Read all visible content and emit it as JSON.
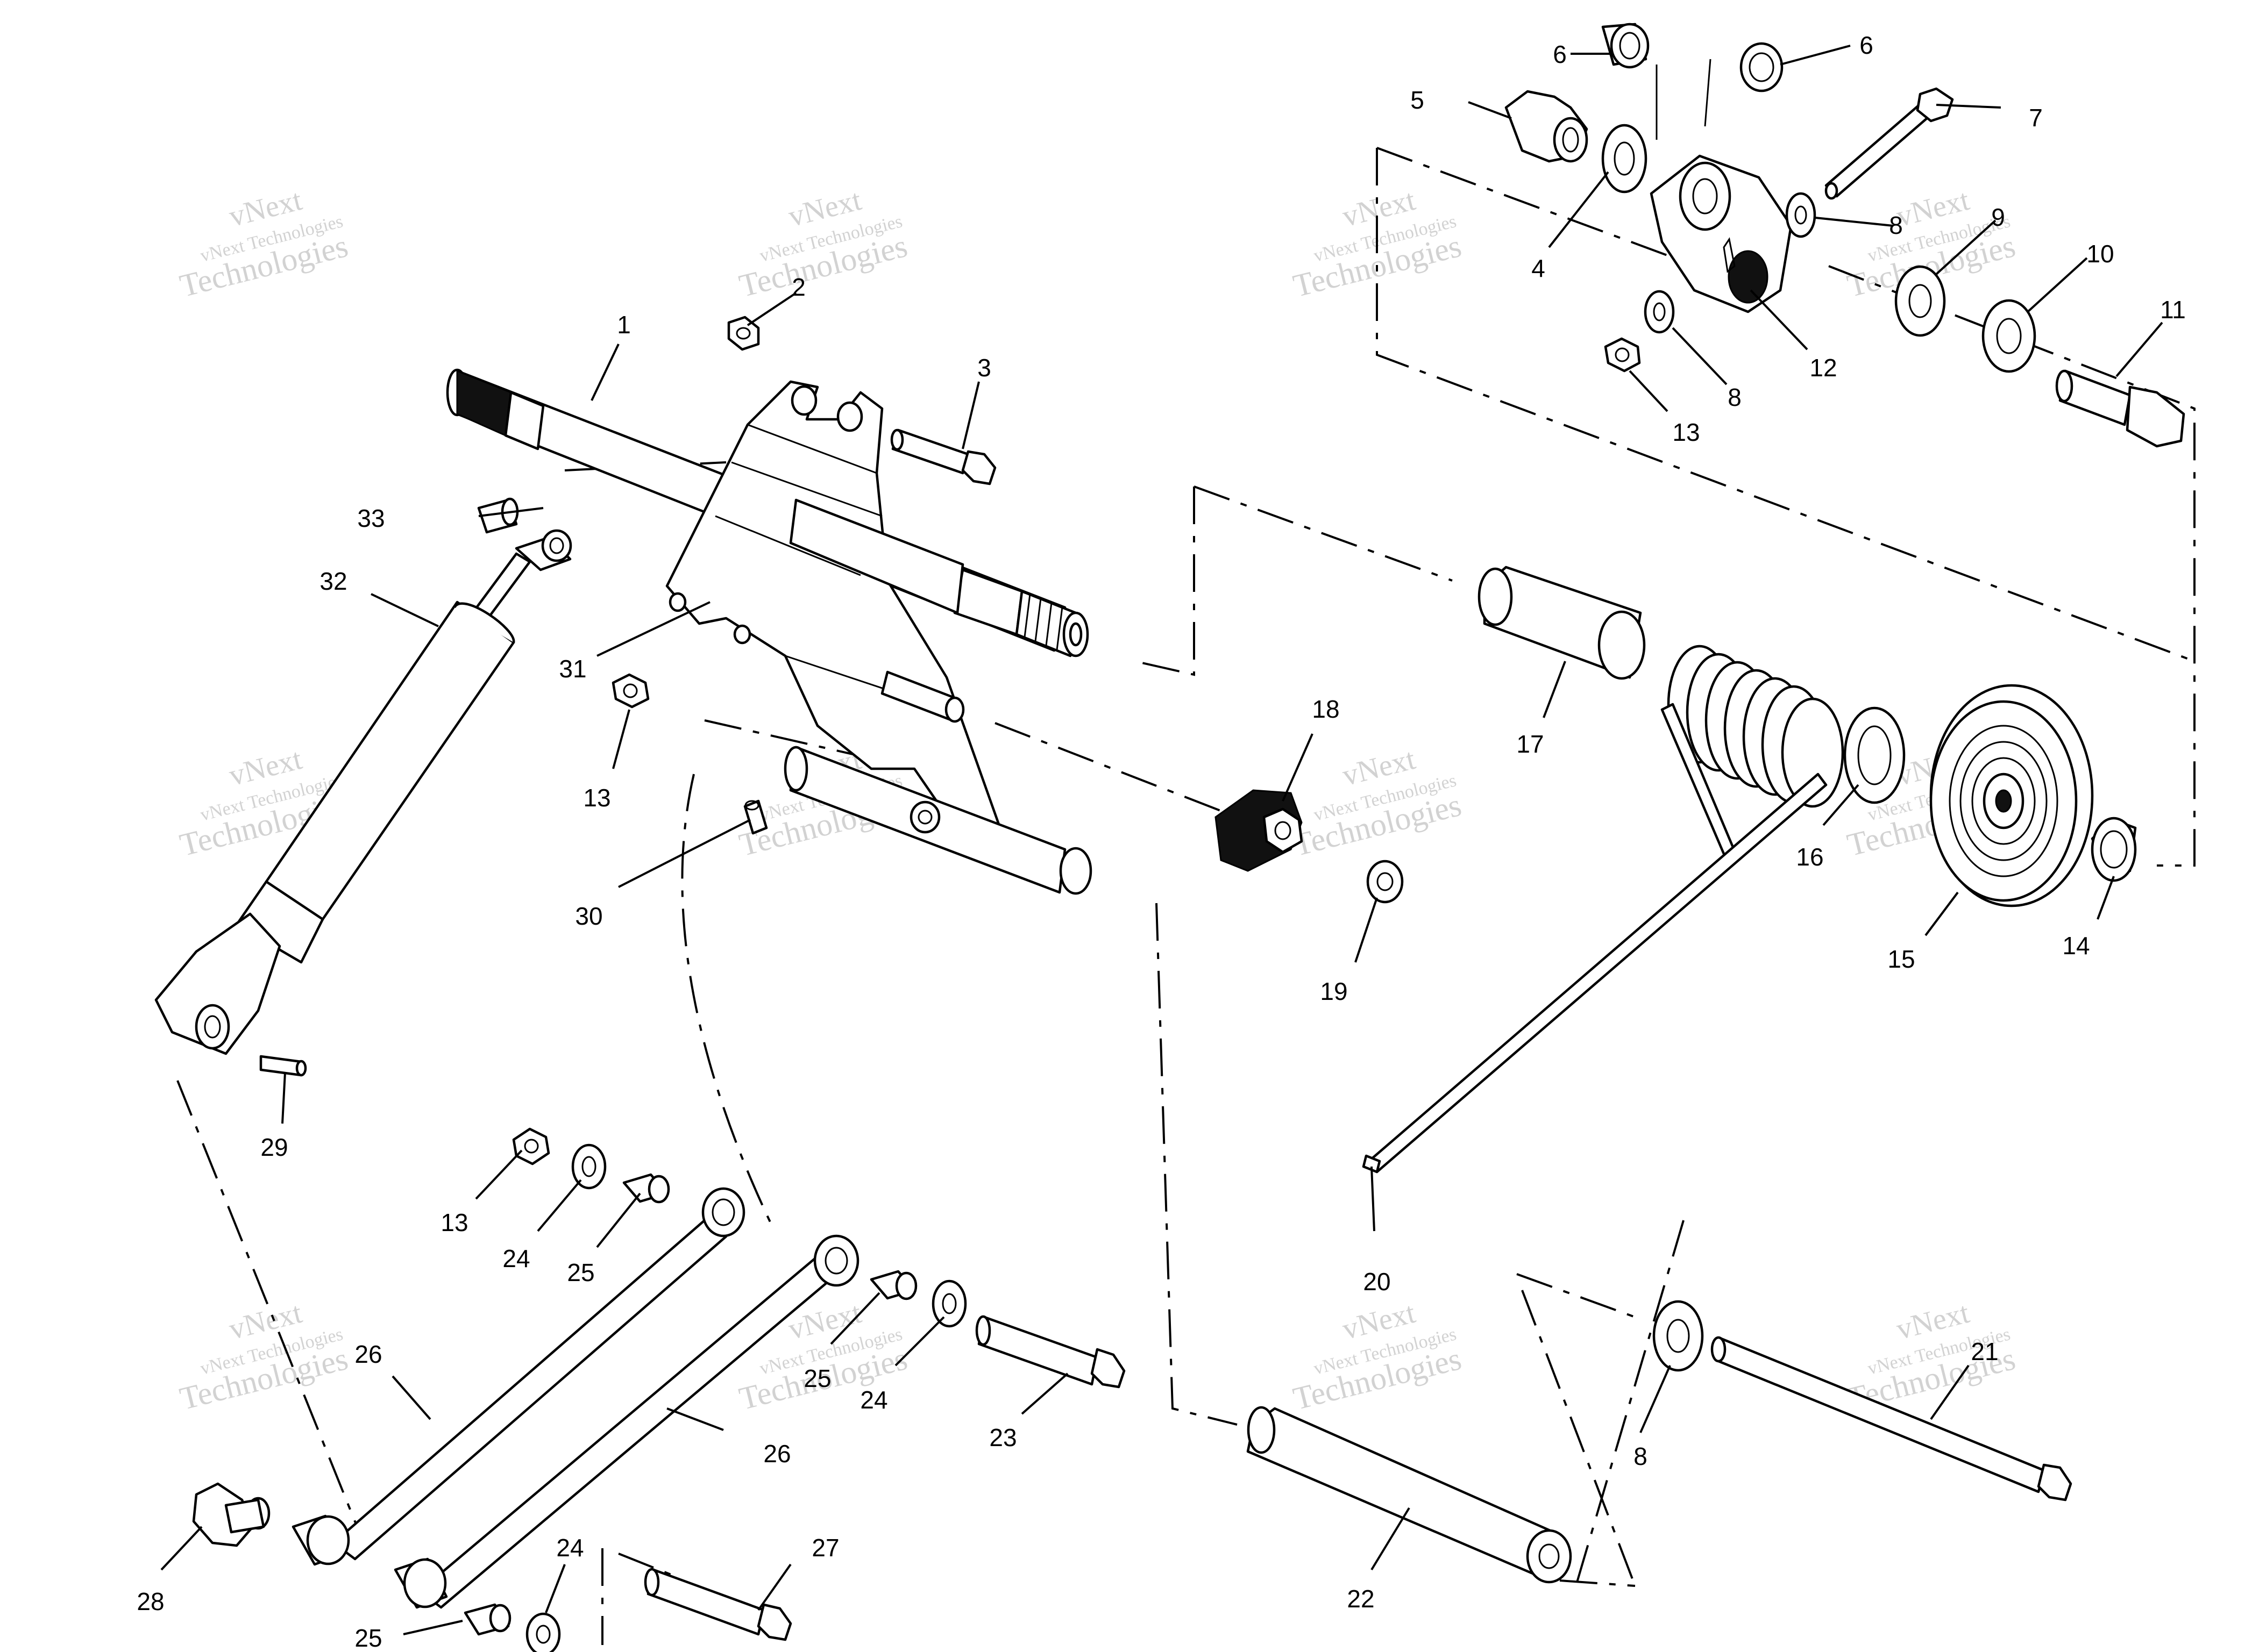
{
  "watermark": {
    "line1": "vNext",
    "line2": "vNext Technologies",
    "line3": "Technologies"
  },
  "watermarks": [
    {
      "id": "wm-1"
    },
    {
      "id": "wm-2"
    },
    {
      "id": "wm-3"
    },
    {
      "id": "wm-4"
    },
    {
      "id": "wm-5"
    },
    {
      "id": "wm-6"
    },
    {
      "id": "wm-7"
    },
    {
      "id": "wm-8"
    },
    {
      "id": "wm-9"
    },
    {
      "id": "wm-10"
    },
    {
      "id": "wm-11"
    },
    {
      "id": "wm-12"
    }
  ],
  "callouts": {
    "c1": "1",
    "c2": "2",
    "c3": "3",
    "c4": "4",
    "c5": "5",
    "c6a": "6",
    "c6b": "6",
    "c7": "7",
    "c8a": "8",
    "c8b": "8",
    "c8c": "8",
    "c9": "9",
    "c10": "10",
    "c11": "11",
    "c12": "12",
    "c13a": "13",
    "c13b": "13",
    "c13c": "13",
    "c14": "14",
    "c15": "15",
    "c16": "16",
    "c17": "17",
    "c18": "18",
    "c19": "19",
    "c20": "20",
    "c21": "21",
    "c22": "22",
    "c23": "23",
    "c24a": "24",
    "c24b": "24",
    "c24c": "24",
    "c25a": "25",
    "c25b": "25",
    "c25c": "25",
    "c26a": "26",
    "c26b": "26",
    "c27": "27",
    "c28": "28",
    "c29": "29",
    "c30": "30",
    "c31": "31",
    "c32": "32",
    "c33": "33"
  }
}
